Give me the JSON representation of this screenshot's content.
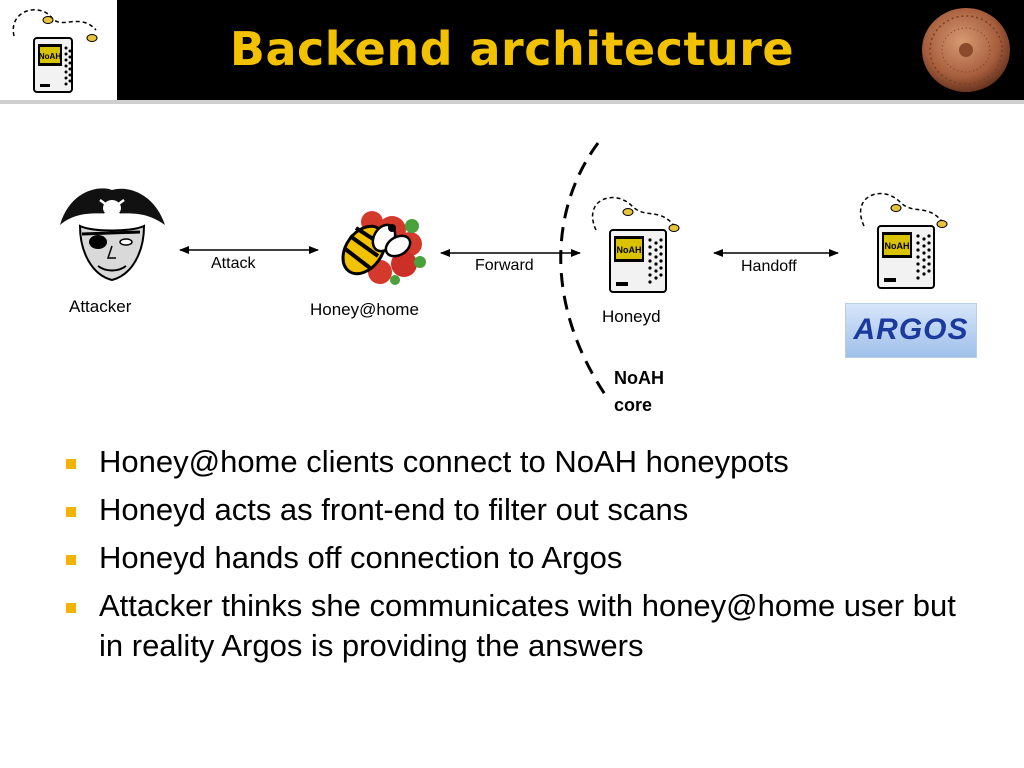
{
  "title": "Backend architecture",
  "nodes": {
    "attacker": "Attacker",
    "honey_at_home": "Honey@home",
    "honeyd": "Honeyd",
    "argos": "ARGOS"
  },
  "edges": {
    "attack": "Attack",
    "forward": "Forward",
    "handoff": "Handoff"
  },
  "boundary_label": [
    "NoAH",
    "core"
  ],
  "logo_text": "NoAH",
  "bullets": [
    "Honey@home clients connect to NoAH honeypots",
    "Honeyd acts as front-end to filter out scans",
    "Honeyd hands off connection to Argos",
    "Attacker thinks she communicates with honey@home user but in reality Argos is providing the answers"
  ],
  "colors": {
    "title": "#f2c200",
    "bullet": "#f3b400",
    "header_bg": "#000000"
  }
}
